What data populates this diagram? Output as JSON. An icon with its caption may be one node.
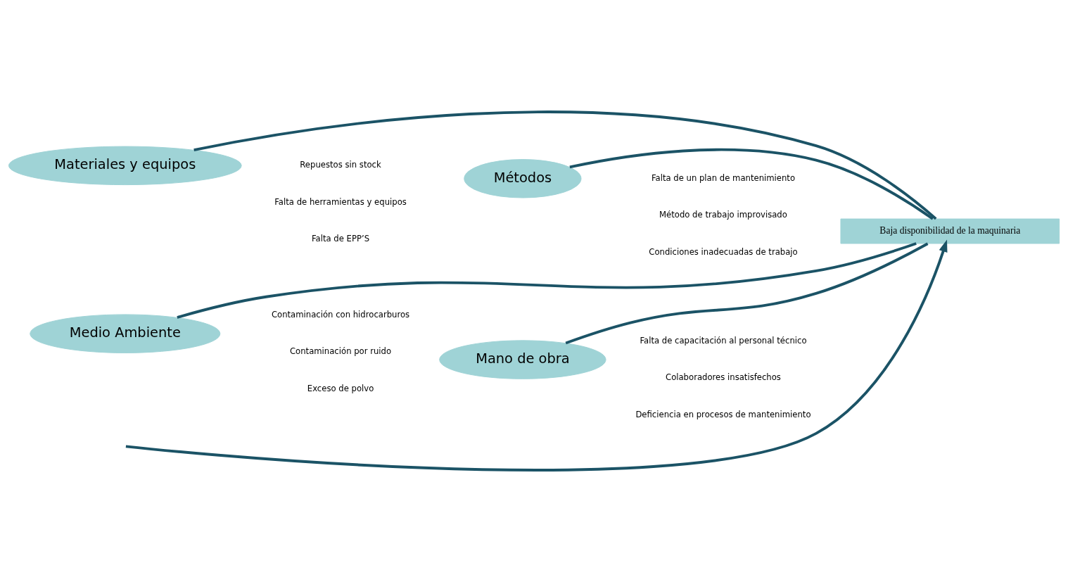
{
  "diagram": {
    "nodes": [
      {
        "text": [
          "Materiales y equipos"
        ]
      },
      {
        "text": [
          "Métodos"
        ]
      },
      {
        "text": [
          "Baja disponibilidad de la maquinaria"
        ]
      },
      {
        "text": [
          "Medio Ambiente"
        ]
      },
      {
        "text": [
          "Mano de obra"
        ]
      }
    ],
    "edges": [
      {
        "from": null,
        "to": 2,
        "arrow": "to"
      },
      {
        "from": 0,
        "to": 2,
        "arrow": "none"
      },
      {
        "from": 1,
        "to": 2,
        "arrow": "none"
      },
      {
        "from": 3,
        "to": 2,
        "arrow": "none"
      },
      {
        "from": 4,
        "to": 2,
        "arrow": "none"
      }
    ],
    "labels": [
      "Repuestos sin stock",
      "Falta de herramientas y equipos",
      "Falta de EPP’S",
      "Falta de un plan de mantenimiento",
      "Método de trabajo improvisado",
      "Condiciones inadecuadas de trabajo",
      "Contaminación con hidrocarburos",
      "Contaminación por ruido",
      "Exceso de polvo",
      "Falta de capacitación al personal técnico",
      "Colaboradores insatisfechos",
      "Deficiencia en procesos de mantenimiento"
    ]
  }
}
